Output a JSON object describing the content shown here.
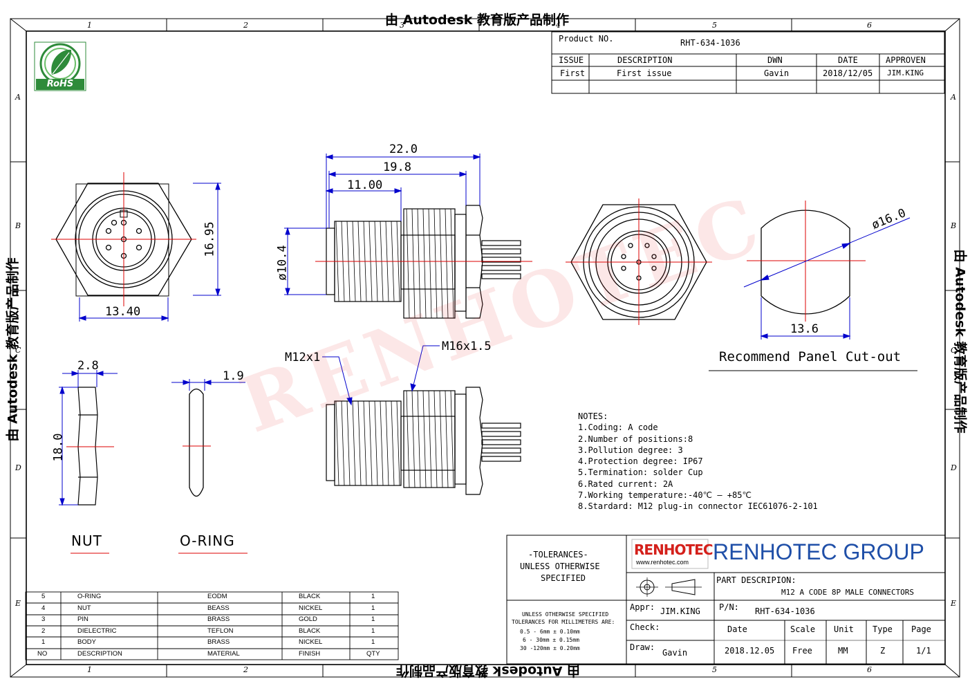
{
  "watermark": {
    "top": "由 Autodesk 教育版产品制作",
    "bottom": "由 Autodesk 教育版产品制作",
    "side": "由 Autodesk 教育版产品制作",
    "background": "RENHOTEC"
  },
  "zones": {
    "columns": [
      "1",
      "2",
      "3",
      "4",
      "5",
      "6"
    ],
    "rows": [
      "A",
      "B",
      "C",
      "D",
      "E"
    ]
  },
  "header_table": {
    "product_no_label": "Product NO.",
    "product_no": "RHT-634-1036",
    "cols": [
      "ISSUE",
      "DESCRIPTION",
      "DWN",
      "DATE",
      "APPROVEN"
    ],
    "row": [
      "First",
      "First issue",
      "Gavin",
      "2018/12/05",
      "JIM.KING"
    ]
  },
  "rohs": {
    "label": "RoHS",
    "color": "#2e8b3a"
  },
  "dimensions": {
    "front_width": "13.40",
    "front_height": "16.95",
    "overall_length": "22.0",
    "body_length": "19.8",
    "thread_length": "11.00",
    "thread_dia": "ø10.4",
    "cutout_dia": "ø16.0",
    "cutout_width": "13.6",
    "nut_thickness": "2.8",
    "nut_height": "18.0",
    "oring_thickness": "1.9",
    "thread_m12": "M12x1",
    "thread_m16": "M16x1.5"
  },
  "labels": {
    "panel_cutout": "Recommend Panel Cut-out",
    "nut": "NUT",
    "oring": "O-RING"
  },
  "notes": {
    "title": "NOTES:",
    "items": [
      "1.Coding: A code",
      "2.Number of positions:8",
      "3.Pollution degree: 3",
      "4.Protection degree: IP67",
      "5.Termination: solder Cup",
      "6.Rated current: 2A",
      "7.Working temperature:-40℃ — +85℃",
      "8.Stardard: M12 plug-in connector IEC61076-2-101"
    ]
  },
  "bom": {
    "header": [
      "NO",
      "DESCRIPTION",
      "MATERIAL",
      "FINISH",
      "QTY"
    ],
    "rows": [
      [
        "5",
        "O-RING",
        "EODM",
        "BLACK",
        "1"
      ],
      [
        "4",
        "NUT",
        "BEASS",
        "NICKEL",
        "1"
      ],
      [
        "3",
        "PIN",
        "BRASS",
        "GOLD",
        "1"
      ],
      [
        "2",
        "DIELECTRIC",
        "TEFLON",
        "BLACK",
        "1"
      ],
      [
        "1",
        "BODY",
        "BRASS",
        "NICKEL",
        "1"
      ]
    ]
  },
  "title_block": {
    "tolerances_title": "-TOLERANCES-",
    "tolerances_line2": "UNLESS OTHERWISE",
    "tolerances_line3": "SPECIFIED",
    "tol_small_1": "UNLESS OTHERWISE SPECIFIED",
    "tol_small_2": "TOLERANCES FOR MILLIMETERS ARE:",
    "tol_small_3": "0.5 - 6mm ± 0.10mm",
    "tol_small_4": "6 - 30mm ± 0.15mm",
    "tol_small_5": "30 -120mm ± 0.20mm",
    "logo_text": "RENHOTEC",
    "logo_url": "www.renhotec.com",
    "company": "RENHOTEC GROUP",
    "company_color": "#1f4fa8",
    "logo_red": "#d4201b",
    "part_desc_label": "PART DESCRIPION:",
    "part_desc": "M12 A CODE 8P  MALE CONNECTORS",
    "appr_label": "Appr:",
    "appr": "JIM.KING",
    "pn_label": "P/N:",
    "pn": "RHT-634-1036",
    "check_label": "Check:",
    "draw_label": "Draw:",
    "draw": "Gavin",
    "cols": [
      "Date",
      "Scale",
      "Unit",
      "Type",
      "Page"
    ],
    "vals": [
      "2018.12.05",
      "Free",
      "MM",
      "Z",
      "1/1"
    ]
  }
}
